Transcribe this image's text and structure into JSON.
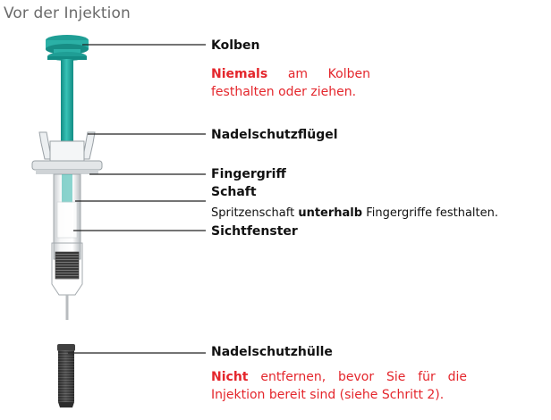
{
  "title": "Vor der Injektion",
  "labels": {
    "plunger": "Kolben",
    "plunger_warning_bold": "Niemals",
    "plunger_warning_rest": " am Kolben festhalten oder ziehen.",
    "guard_wings": "Nadelschutzflügel",
    "finger_grip": "Fingergriff",
    "barrel": "Schaft",
    "barrel_note_before": "Spritzenschaft ",
    "barrel_note_bold": "unterhalb",
    "barrel_note_after": " Fingergriffe festhalten.",
    "viewing_window": "Sichtfenster",
    "needle_cap": "Nadelschutzhülle",
    "cap_warning_bold": "Nicht",
    "cap_warning_rest": " entfernen, bevor Sie für die Injektion bereit sind (siehe Schritt 2)."
  },
  "colors": {
    "plunger_teal": "#2bb0a6",
    "plunger_dark": "#138c84",
    "warning_red": "#e4262c",
    "cap_dark": "#2c2c2c",
    "title_gray": "#6a6a6a"
  }
}
